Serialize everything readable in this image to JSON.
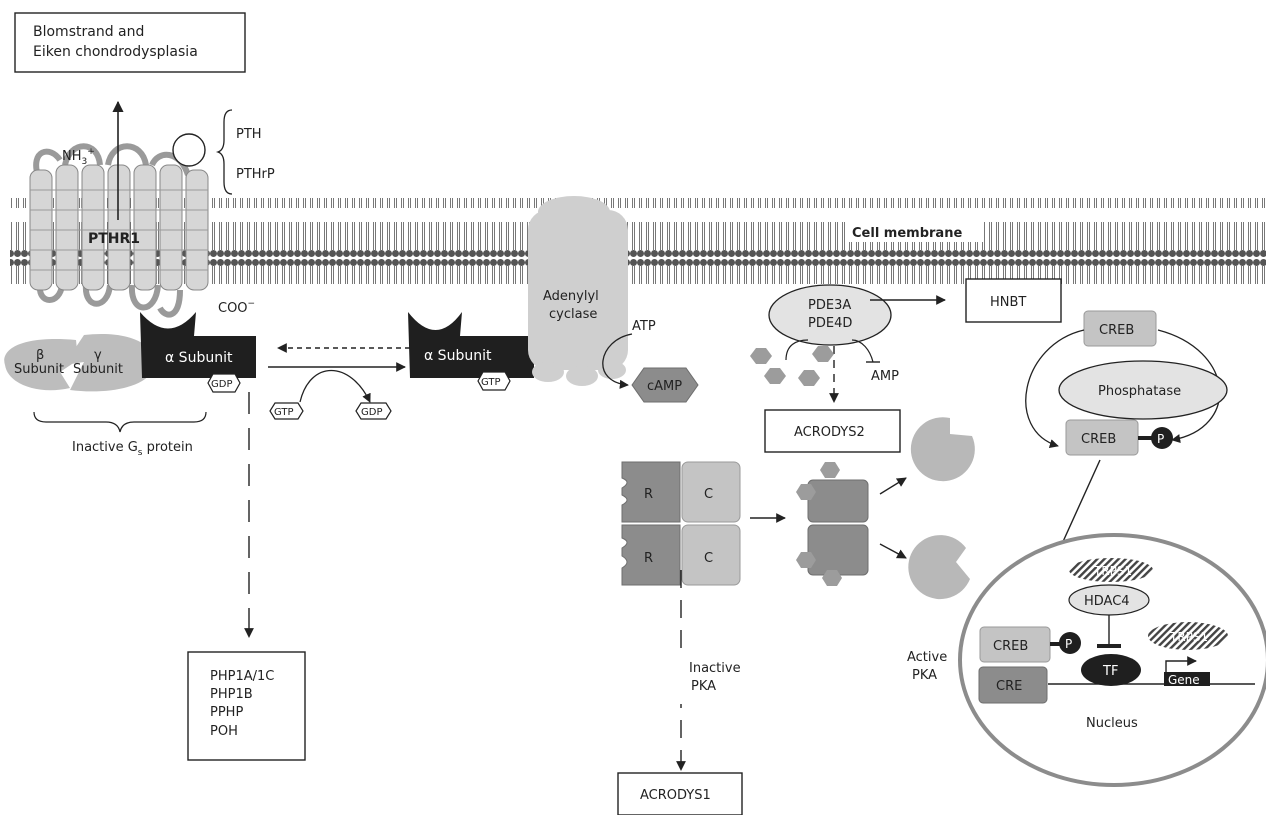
{
  "disease_top": {
    "line1": "Blomstrand and",
    "line2": "Eiken chondrodysplasia"
  },
  "ligands": {
    "pth": "PTH",
    "pthrp": "PTHrP"
  },
  "receptor": {
    "label": "PTHR1",
    "n_terminus": "NH",
    "n_sub": "3",
    "n_sup": "+",
    "c_terminus": "COO",
    "c_sup": "−"
  },
  "membrane": {
    "label": "Cell membrane"
  },
  "gprotein": {
    "beta_1": "β",
    "beta_2": "Subunit",
    "gamma_1": "γ",
    "gamma_2": "Subunit",
    "alpha_label": "α Subunit",
    "gdp": "GDP",
    "caption_main": "Inactive G",
    "caption_sub": "s",
    "caption_tail": " protein",
    "gtp_exchange_in": "GTP",
    "gtp_exchange_out": "GDP"
  },
  "active_alpha": {
    "label": "α Subunit",
    "gtp": "GTP"
  },
  "adenylyl": {
    "line1": "Adenylyl",
    "line2": "cyclase",
    "atp": "ATP",
    "camp": "cAMP"
  },
  "pde": {
    "line1": "PDE3A",
    "line2": "PDE4D",
    "amp": "AMP"
  },
  "boxes": {
    "hnbt": "HNBT",
    "acrodys2": "ACRODYS2",
    "acrodys1": "ACRODYS1",
    "php": [
      "PHP1A/1C",
      "PHP1B",
      "PPHP",
      "POH"
    ]
  },
  "pka": {
    "r": "R",
    "c": "C",
    "inactive_1": "Inactive",
    "inactive_2": "PKA",
    "active_1": "Active",
    "active_2": "PKA"
  },
  "creb": {
    "creb": "CREB",
    "phosphatase": "Phosphatase",
    "p": "P"
  },
  "nucleus": {
    "trps1": "TRPS1",
    "hdac4": "HDAC4",
    "creb": "CREB",
    "p": "P",
    "tf": "TF",
    "cre": "CRE",
    "gene": "Gene",
    "label": "Nucleus"
  },
  "colors": {
    "dark": "#1f1f1f",
    "mid": "#8c8c8c",
    "light": "#c4c4c4",
    "pale": "#e8e8e8"
  }
}
